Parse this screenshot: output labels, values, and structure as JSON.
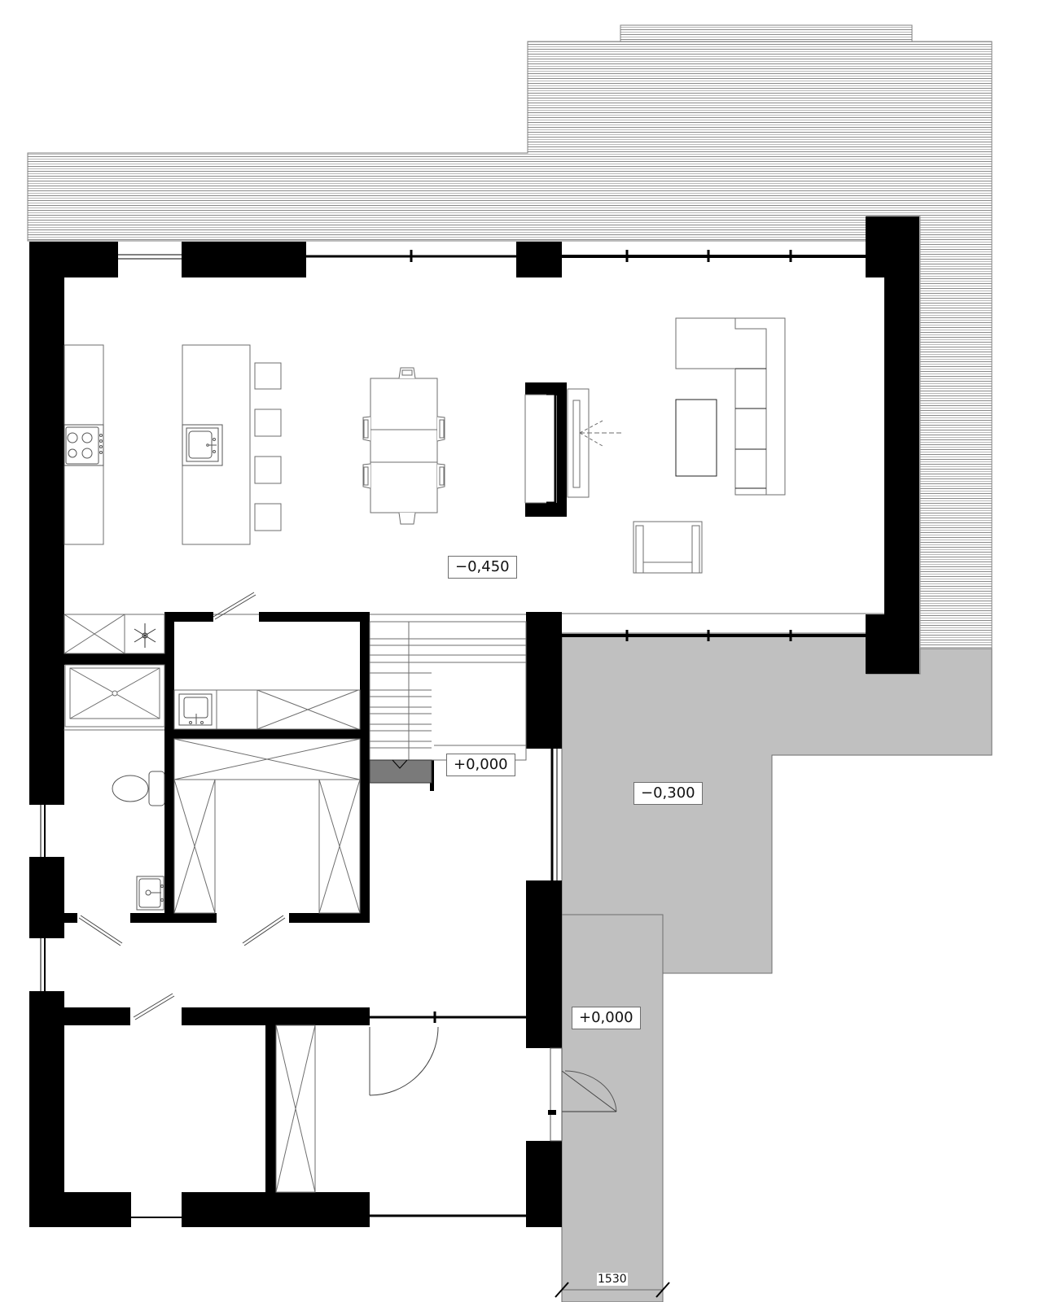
{
  "drawing": {
    "type": "architectural floor plan",
    "colors": {
      "wall": "#000000",
      "terrace": "#c0c0c0",
      "line": "#6e6e6e",
      "deck_line": "#808080",
      "stair_landing": "#808080",
      "background": "#ffffff"
    }
  },
  "level_labels": {
    "living_area": "−0,450",
    "hall_stair": "+0,000",
    "terrace": "−0,300",
    "entrance_path": "+0,000"
  },
  "dimensions": {
    "entrance_path_width": "1530"
  },
  "rooms": [
    {
      "id": "kitchen-living-dining",
      "level": "−0,450"
    },
    {
      "id": "pantry"
    },
    {
      "id": "laundry"
    },
    {
      "id": "bathroom"
    },
    {
      "id": "wardrobe"
    },
    {
      "id": "hall",
      "level": "+0,000"
    },
    {
      "id": "staircase"
    },
    {
      "id": "bedroom-1"
    },
    {
      "id": "bedroom-2"
    },
    {
      "id": "terrace",
      "level": "−0,300"
    },
    {
      "id": "entrance-path",
      "level": "+0,000"
    },
    {
      "id": "wooden-deck"
    }
  ],
  "furniture": [
    "kitchen-counter",
    "cooktop",
    "kitchen-island",
    "island-sink",
    "bar-stool",
    "bar-stool",
    "bar-stool",
    "bar-stool",
    "dining-table",
    "dining-chair",
    "dining-chair",
    "dining-chair",
    "dining-chair",
    "dining-chair",
    "dining-chair",
    "fireplace",
    "tv-stand",
    "sofa-l-shaped",
    "coffee-table",
    "armchair",
    "freezer",
    "shower",
    "laundry-sink",
    "washer",
    "toilet",
    "washbasin",
    "wardrobe-closet"
  ]
}
